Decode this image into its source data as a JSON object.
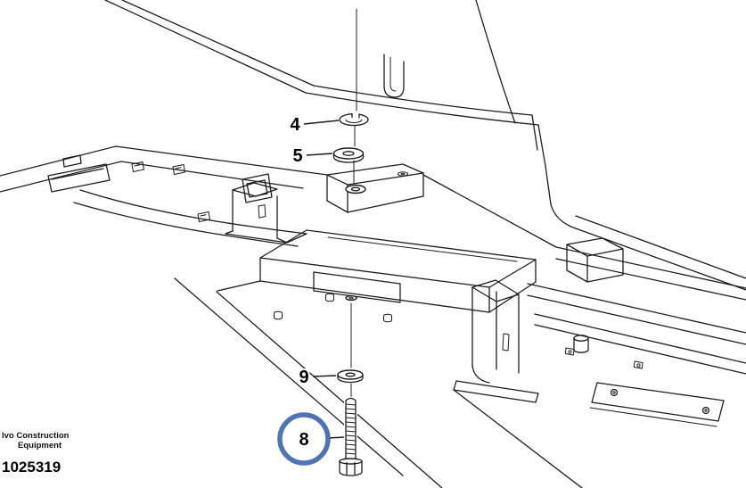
{
  "diagram": {
    "type": "exploded-parts-diagram",
    "callouts": [
      {
        "number": "4",
        "part": "spring-washer",
        "highlighted": false
      },
      {
        "number": "5",
        "part": "flat-washer",
        "highlighted": false
      },
      {
        "number": "9",
        "part": "washer",
        "highlighted": false
      },
      {
        "number": "8",
        "part": "bolt",
        "highlighted": true
      }
    ],
    "footer": {
      "brand_line1": "lvo Construction",
      "brand_line2": "Equipment",
      "part_number": "1025319"
    },
    "colors": {
      "line": "#1c1c1c",
      "highlight": "#4d74b5",
      "text": "#000000",
      "background": "#ffffff"
    }
  }
}
